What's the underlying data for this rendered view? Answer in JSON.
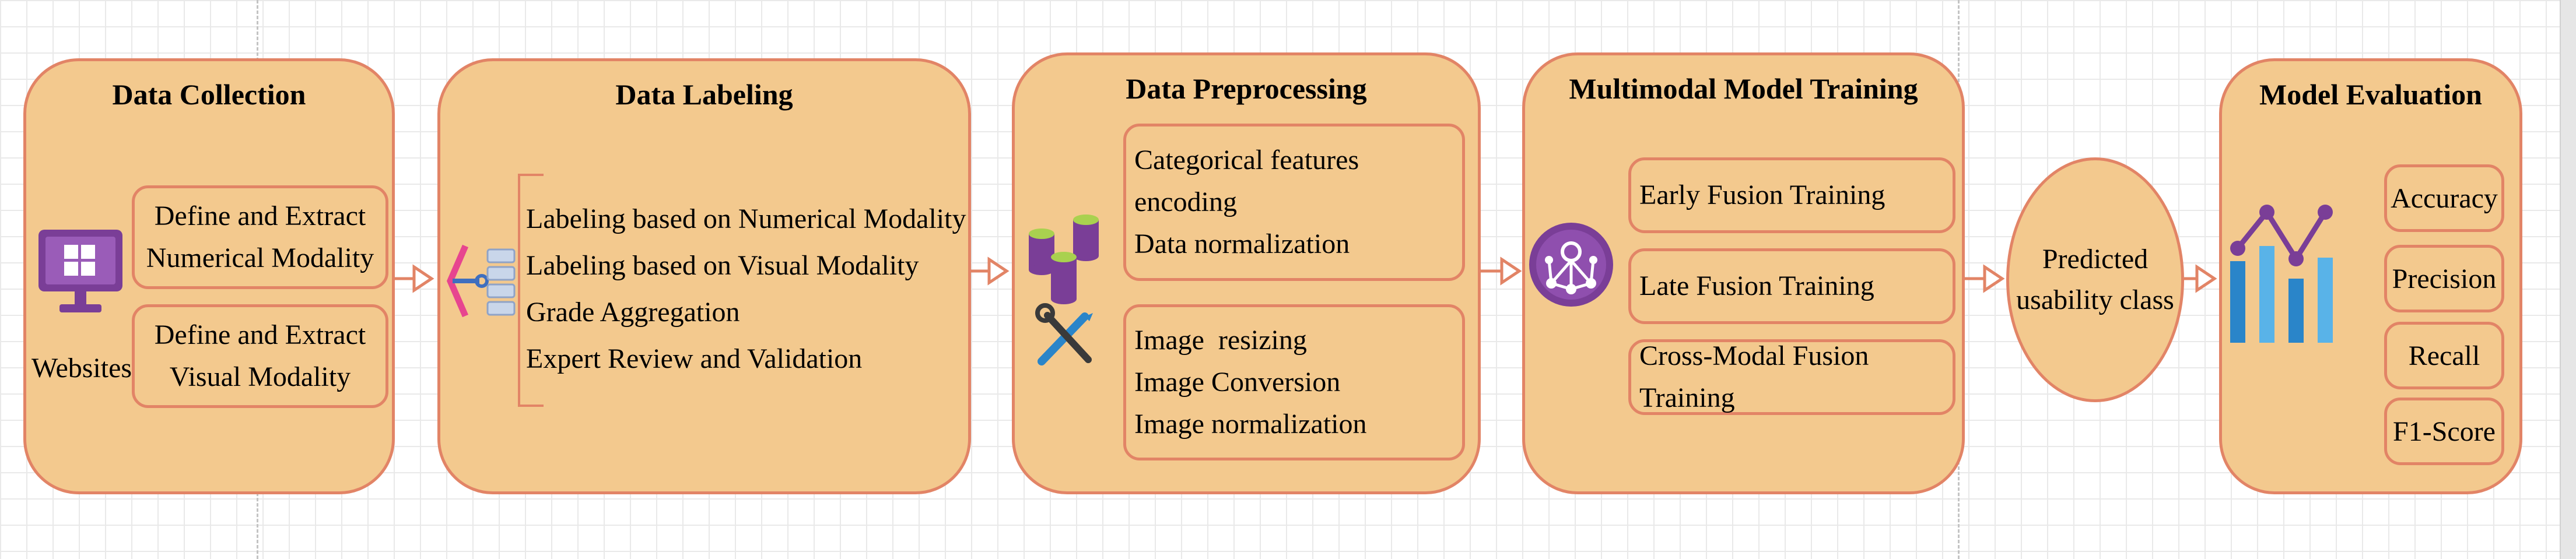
{
  "stages": {
    "collection": {
      "title": "Data Collection",
      "icon_label": "Websites",
      "boxes": [
        [
          "Define and Extract",
          "Numerical Modality"
        ],
        [
          "Define and Extract",
          "Visual Modality"
        ]
      ]
    },
    "labeling": {
      "title": "Data Labeling",
      "items": [
        "Labeling based on Numerical Modality",
        "Labeling based on Visual Modality",
        "Grade Aggregation",
        "Expert Review and Validation"
      ]
    },
    "preprocessing": {
      "title": "Data Preprocessing",
      "group1": [
        "Categorical features encoding",
        "Data normalization"
      ],
      "group2": [
        "Image  resizing",
        "Image Conversion",
        "Image normalization"
      ]
    },
    "training": {
      "title": "Multimodal Model Training",
      "items": [
        "Early Fusion Training",
        "Late Fusion Training",
        "Cross-Modal Fusion Training"
      ]
    },
    "output": {
      "lines": [
        "Predicted",
        "usability class"
      ]
    },
    "evaluation": {
      "title": "Model Evaluation",
      "metrics": [
        "Accuracy",
        "Precision",
        "Recall",
        "F1-Score"
      ]
    }
  },
  "icons": [
    "monitor-windows-icon",
    "pipeline-icon",
    "database-tools-icon",
    "network-hub-icon",
    "bar-line-chart-icon"
  ],
  "colors": {
    "fill": "#f3c98e",
    "border": "#e28466"
  }
}
